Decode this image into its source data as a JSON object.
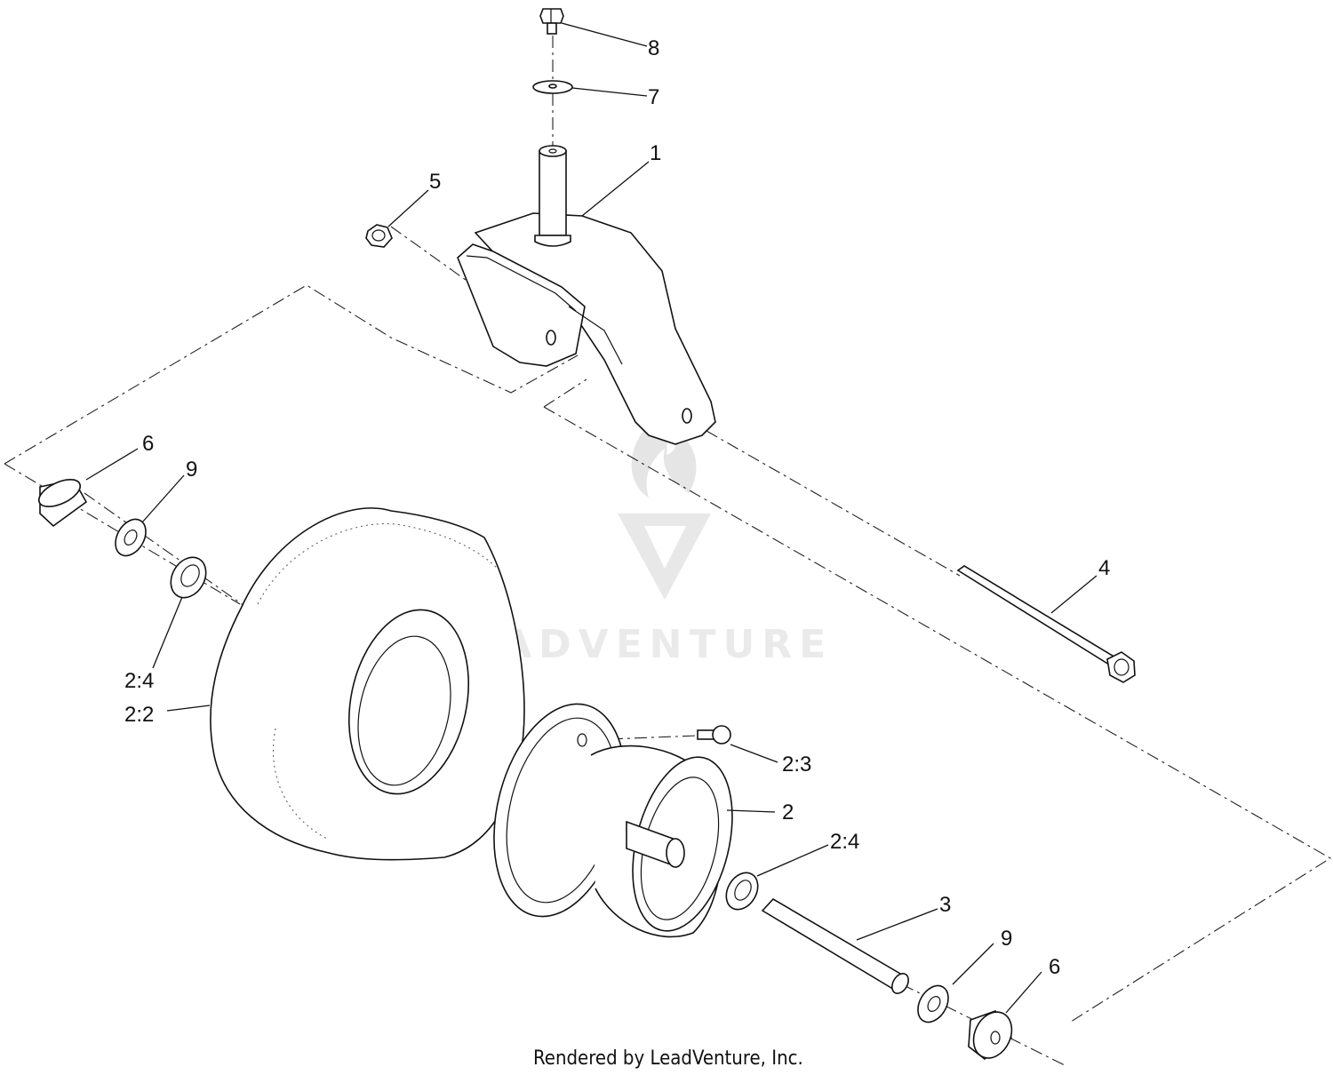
{
  "diagram": {
    "callouts": {
      "c1": "1",
      "c2": "2",
      "c2_2": "2:2",
      "c2_3": "2:3",
      "c2_4_left": "2:4",
      "c2_4_right": "2:4",
      "c3": "3",
      "c4": "4",
      "c5": "5",
      "c6_left": "6",
      "c6_right": "6",
      "c7": "7",
      "c8": "8",
      "c9_left": "9",
      "c9_right": "9"
    },
    "watermark": "LEADVENTURE",
    "footer": "Rendered by LeadVenture, Inc."
  }
}
